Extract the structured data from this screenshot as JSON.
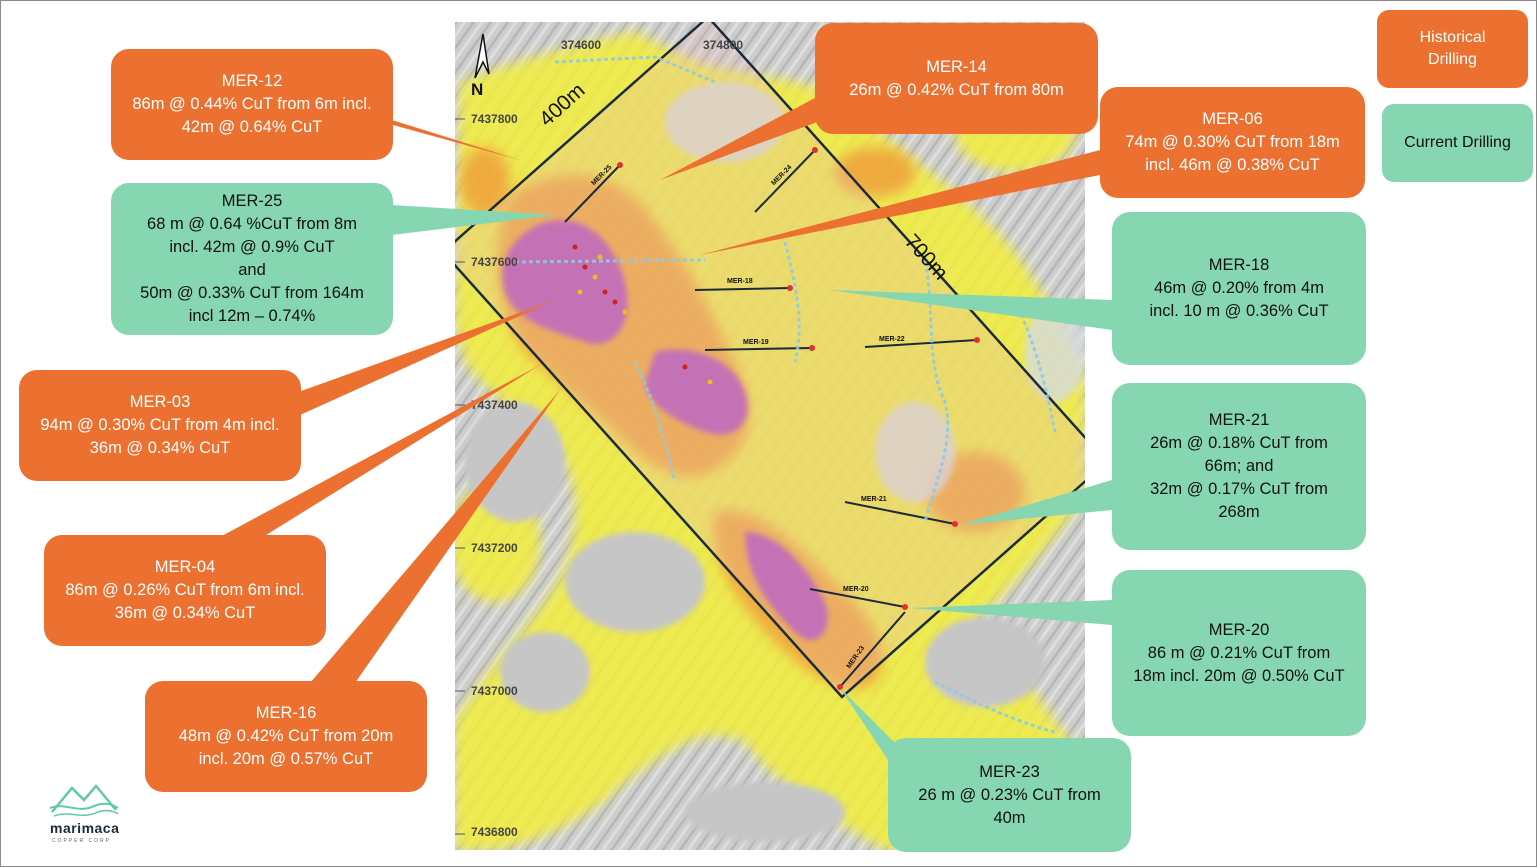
{
  "legend": {
    "historical": {
      "line1": "Historical",
      "line2": "Drilling",
      "color": "#ec7131"
    },
    "current": {
      "label": "Current Drilling",
      "color": "#86d6b1"
    }
  },
  "map": {
    "north_label": "N",
    "easting_labels": [
      "374600",
      "374800"
    ],
    "northing_labels": [
      "7437800",
      "7437600",
      "7437400",
      "7437200",
      "7437000",
      "7436800"
    ],
    "block_width_label": "400m",
    "block_length_label": "700m",
    "drillhole_labels": [
      "MER-25",
      "MER-24",
      "MER-18",
      "MER-19",
      "MER-22",
      "MER-21",
      "MER-20",
      "MER-23"
    ]
  },
  "callouts": {
    "mer12": {
      "title": "MER-12",
      "lines": [
        "86m @ 0.44% CuT from 6m incl.",
        "42m @ 0.64% CuT"
      ]
    },
    "mer25": {
      "title": "MER-25",
      "lines": [
        "68 m @ 0.64 %CuT from 8m",
        "incl. 42m @ 0.9% CuT",
        "and",
        "50m @ 0.33% CuT from 164m",
        "incl 12m – 0.74%"
      ]
    },
    "mer03": {
      "title": "MER-03",
      "lines": [
        "94m @ 0.30% CuT from 4m incl.",
        "36m @ 0.34% CuT"
      ]
    },
    "mer04": {
      "title": "MER-04",
      "lines": [
        "86m @ 0.26% CuT from 6m incl.",
        "36m @ 0.34% CuT"
      ]
    },
    "mer16": {
      "title": "MER-16",
      "lines": [
        "48m @ 0.42% CuT from 20m",
        "incl. 20m @ 0.57% CuT"
      ]
    },
    "mer14": {
      "title": "MER-14",
      "lines": [
        "26m @ 0.42% CuT from 80m"
      ]
    },
    "mer06": {
      "title": "MER-06",
      "lines": [
        "74m @ 0.30% CuT from 18m",
        "incl. 46m @ 0.38% CuT"
      ]
    },
    "mer18": {
      "title": "MER-18",
      "lines": [
        "46m @ 0.20% from 4m",
        "incl. 10 m @ 0.36% CuT"
      ]
    },
    "mer21": {
      "title": "MER-21",
      "lines": [
        "26m @ 0.18% CuT from",
        "66m; and",
        "32m @ 0.17% CuT from",
        "268m"
      ]
    },
    "mer20": {
      "title": "MER-20",
      "lines": [
        "86 m @ 0.21% CuT from",
        "18m incl. 20m @ 0.50% CuT"
      ]
    },
    "mer23": {
      "title": "MER-23",
      "lines": [
        "26 m @ 0.23% CuT from",
        "40m"
      ]
    }
  },
  "logo": {
    "name": "marimaca",
    "sub": "COPPER CORP"
  },
  "colors": {
    "anomaly_yellow": "#f3ee3a",
    "anomaly_orange": "#f0a03c",
    "anomaly_purple": "#b24fc0",
    "anomaly_red": "#e2622f",
    "terrain": "#c9c9c9"
  }
}
